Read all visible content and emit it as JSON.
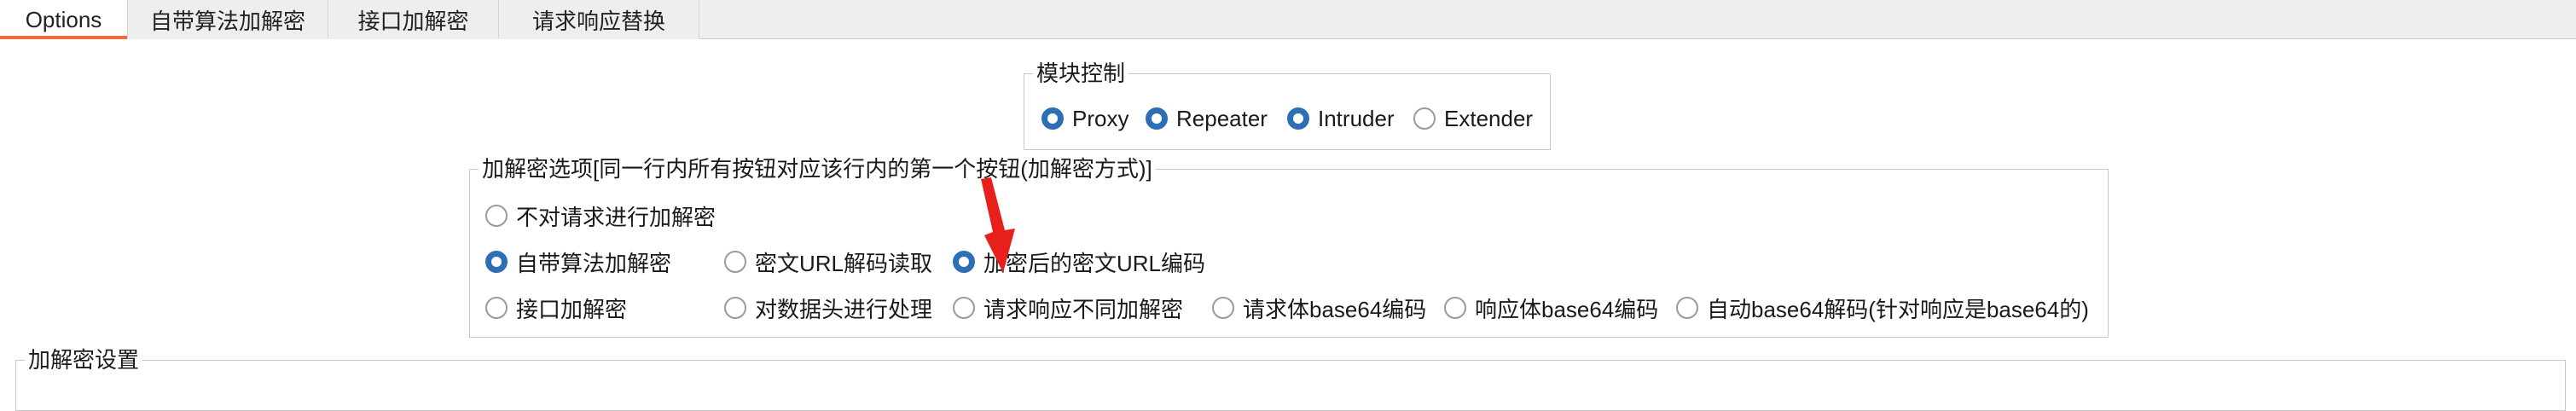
{
  "tabs": [
    {
      "label": "Options",
      "active": true
    },
    {
      "label": "自带算法加解密",
      "active": false
    },
    {
      "label": "接口加解密",
      "active": false
    },
    {
      "label": "请求响应替换",
      "active": false
    }
  ],
  "module_control": {
    "title": "模块控制",
    "options": [
      {
        "label": "Proxy",
        "checked": true
      },
      {
        "label": "Repeater",
        "checked": true
      },
      {
        "label": "Intruder",
        "checked": true
      },
      {
        "label": "Extender",
        "checked": false
      }
    ]
  },
  "crypto_options": {
    "title": "加解密选项[同一行内所有按钮对应该行内的第一个按钮(加解密方式)]",
    "row1": [
      {
        "label": "不对请求进行加解密",
        "checked": false
      }
    ],
    "row2": [
      {
        "label": "自带算法加解密",
        "checked": true
      },
      {
        "label": "密文URL解码读取",
        "checked": false
      },
      {
        "label": "加密后的密文URL编码",
        "checked": true
      }
    ],
    "row3": [
      {
        "label": "接口加解密",
        "checked": false
      },
      {
        "label": "对数据头进行处理",
        "checked": false
      },
      {
        "label": "请求响应不同加解密",
        "checked": false
      },
      {
        "label": "请求体base64编码",
        "checked": false
      },
      {
        "label": "响应体base64编码",
        "checked": false
      },
      {
        "label": "自动base64解码(针对响应是base64的)",
        "checked": false
      }
    ]
  },
  "crypto_settings": {
    "title": "加解密设置"
  },
  "colors": {
    "accent_tab": "#f06a3c",
    "radio_checked": "#2d6fb3",
    "annotation": "#e8201c"
  }
}
